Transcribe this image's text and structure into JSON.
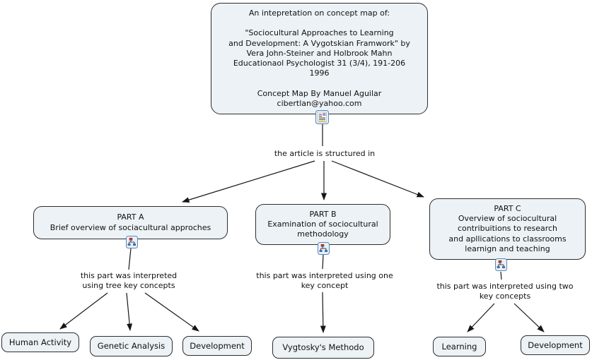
{
  "nodes": {
    "title": "An intepretation on concept map of:\n\n\"Sociocultural Approaches to Learning\nand Development: A Vygotskian Framwork\" by\nVera John-Steiner and Holbrook Mahn\nEducationaol Psychologist 31 (3/4), 191-206\n1996\n\nConcept Map By Manuel Aguilar\ncibertlan@yahoo.com",
    "part_a": "PART A\nBrief overview of sociacultural approches",
    "part_b": "PART B\nExamination of sociocultural\nmethodology",
    "part_c": "PART C\nOverview of sociocultural\ncontribuitions to research\nand apllications to classrooms\nlearnign and teaching",
    "human_activity": "Human Activity",
    "genetic_analysis": "Genetic Analysis",
    "development_a": "Development",
    "vygtosky": "Vygtosky's Methodo",
    "learning": "Learning",
    "development_c": "Development"
  },
  "phrases": {
    "root": "the article is structured in",
    "part_a": "this part was interpreted\nusing tree key concepts",
    "part_b": "this part was interpreted using one\nkey concept",
    "part_c": "this part was interpreted using two\nkey concepts"
  },
  "icons": {
    "title_resource": "document-resource-icon",
    "part_a": "concept-map-icon",
    "part_b": "concept-map-icon",
    "part_c": "concept-map-icon"
  },
  "colors": {
    "node_fill": "#ecf2f5",
    "node_border": "#2e2e2e",
    "connector": "#161616",
    "icon_border": "#5b87b5",
    "icon_red_node": "#c23b2e",
    "icon_blue_node": "#3f6fae",
    "background": "#ffffff"
  }
}
